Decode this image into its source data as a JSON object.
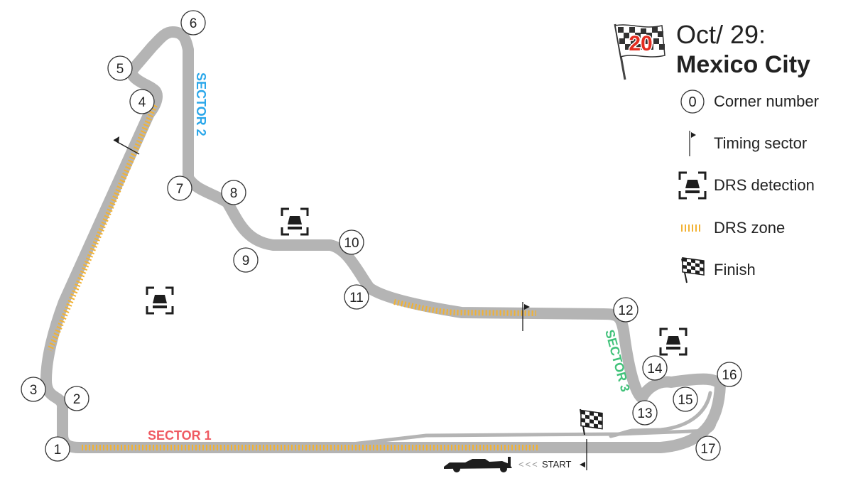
{
  "event": {
    "round": "20",
    "date": "Oct/ 29:",
    "city": "Mexico City"
  },
  "legend": [
    {
      "icon": "corner-number-icon",
      "label": "Corner number",
      "glyph": "0"
    },
    {
      "icon": "timing-sector-icon",
      "label": "Timing sector"
    },
    {
      "icon": "drs-detection-icon",
      "label": "DRS detection"
    },
    {
      "icon": "drs-zone-icon",
      "label": "DRS zone"
    },
    {
      "icon": "finish-flag-icon",
      "label": "Finish"
    }
  ],
  "sectors": [
    {
      "label": "SECTOR 1",
      "color": "#ef5a62"
    },
    {
      "label": "SECTOR 2",
      "color": "#2aa7ea"
    },
    {
      "label": "SECTOR 3",
      "color": "#41c27a"
    }
  ],
  "corners": [
    "1",
    "2",
    "3",
    "4",
    "5",
    "6",
    "7",
    "8",
    "9",
    "10",
    "11",
    "12",
    "13",
    "14",
    "15",
    "16",
    "17"
  ],
  "start_label": "START",
  "start_arrows": "<<<",
  "colors": {
    "track": "#b4b4b4",
    "drs_zone": "#f2b233",
    "round_badge": "#e42c20",
    "ink": "#1e1e1e"
  }
}
